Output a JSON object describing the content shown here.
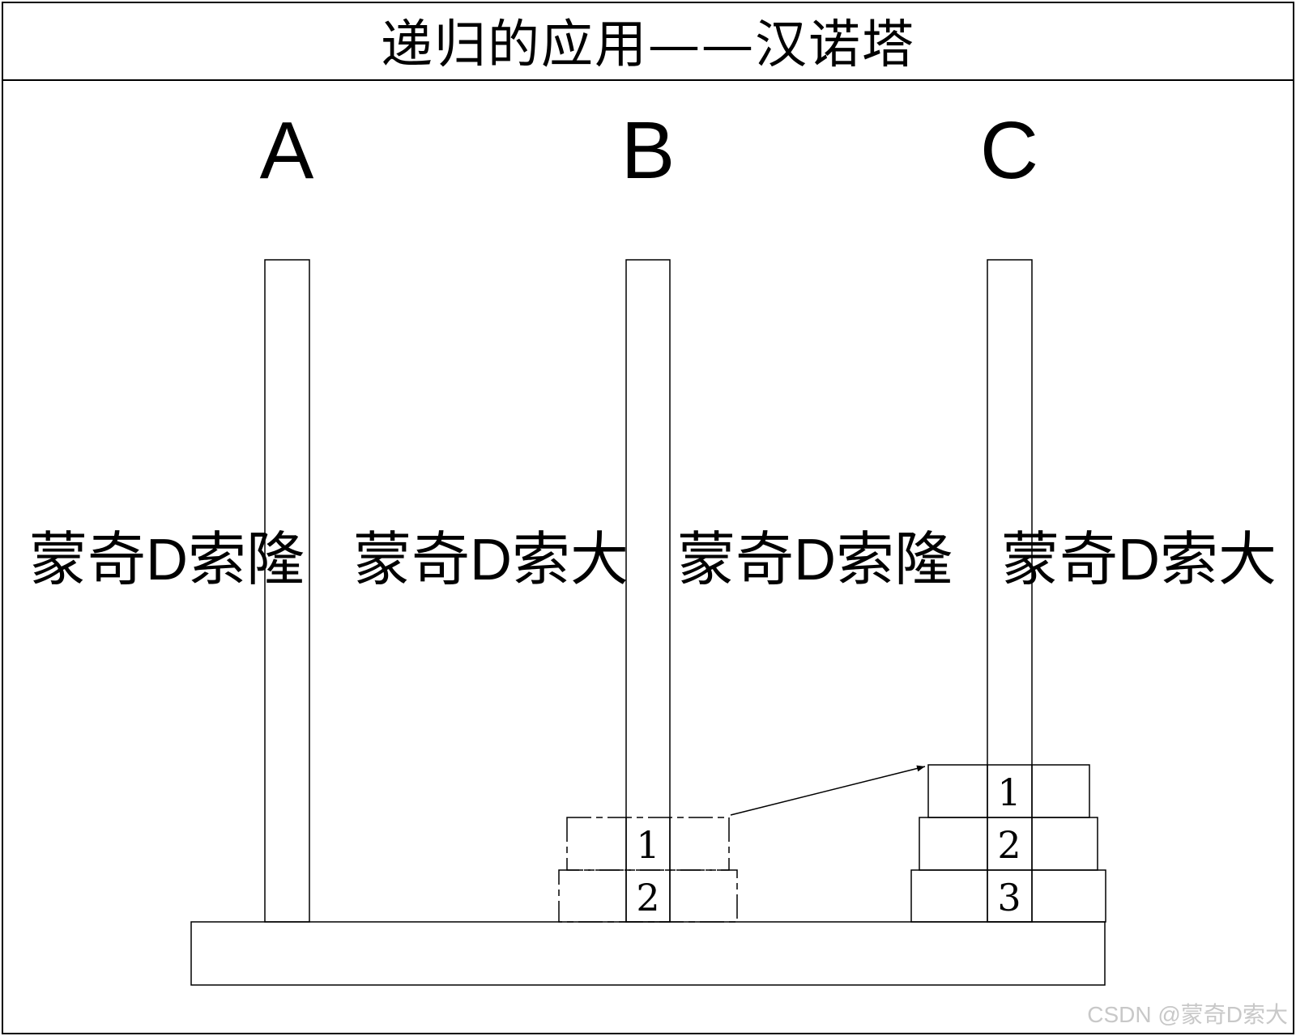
{
  "title": "递归的应用——汉诺塔",
  "pegs": [
    {
      "label": "A"
    },
    {
      "label": "B"
    },
    {
      "label": "C"
    }
  ],
  "watermarks": [
    "蒙奇D索隆",
    "蒙奇D索大",
    "蒙奇D索隆",
    "蒙奇D索大"
  ],
  "peg_b_disks": [
    "1",
    "2"
  ],
  "peg_c_disks": [
    "1",
    "2",
    "3"
  ],
  "credit": "CSDN @蒙奇D索大"
}
